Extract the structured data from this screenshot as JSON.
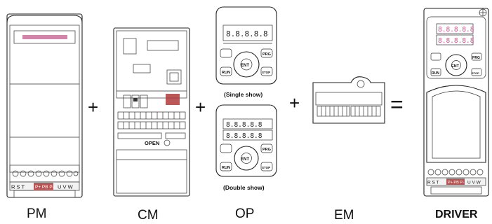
{
  "labels": {
    "pm": "PM",
    "cm": "CM",
    "op": "OP",
    "em": "EM",
    "driver": "DRIVER"
  },
  "captions": {
    "single": "(Single show)",
    "double": "(Double show)"
  },
  "operators": {
    "plus": "+",
    "equals": "="
  },
  "display": {
    "digits": "8.8.8.8.8",
    "enter": "ENT",
    "run": "RUN",
    "prg": "PRG",
    "stop": "STOP"
  },
  "terminal_labels": {
    "pm_left": "R S T",
    "pm_mid": "P+ PB P-",
    "pm_right": "U V W"
  },
  "cm_label": "OPEN",
  "colors": {
    "line": "#222222",
    "accent_pink": "#c75a8c",
    "terminal_red": "#b03a3a"
  }
}
